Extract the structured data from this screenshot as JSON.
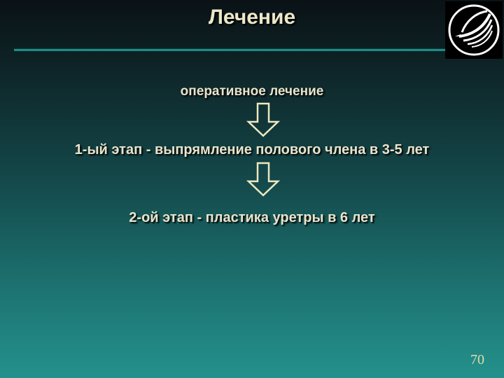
{
  "slide": {
    "title": "Лечение",
    "page_number": "70"
  },
  "content": {
    "line1": "оперативное лечение",
    "line2": "1-ый этап  - выпрямление полового члена в 3-5 лет",
    "line3": "2-ой этап  - пластика уретры  в 6 лет"
  },
  "icons": {
    "logo": "stylized-swan-in-circle-logo",
    "arrow": "down-arrow-icon"
  },
  "colors": {
    "text": "#e8e4cc",
    "rule": "#1d8d86",
    "page_number": "#e3dcaa"
  }
}
